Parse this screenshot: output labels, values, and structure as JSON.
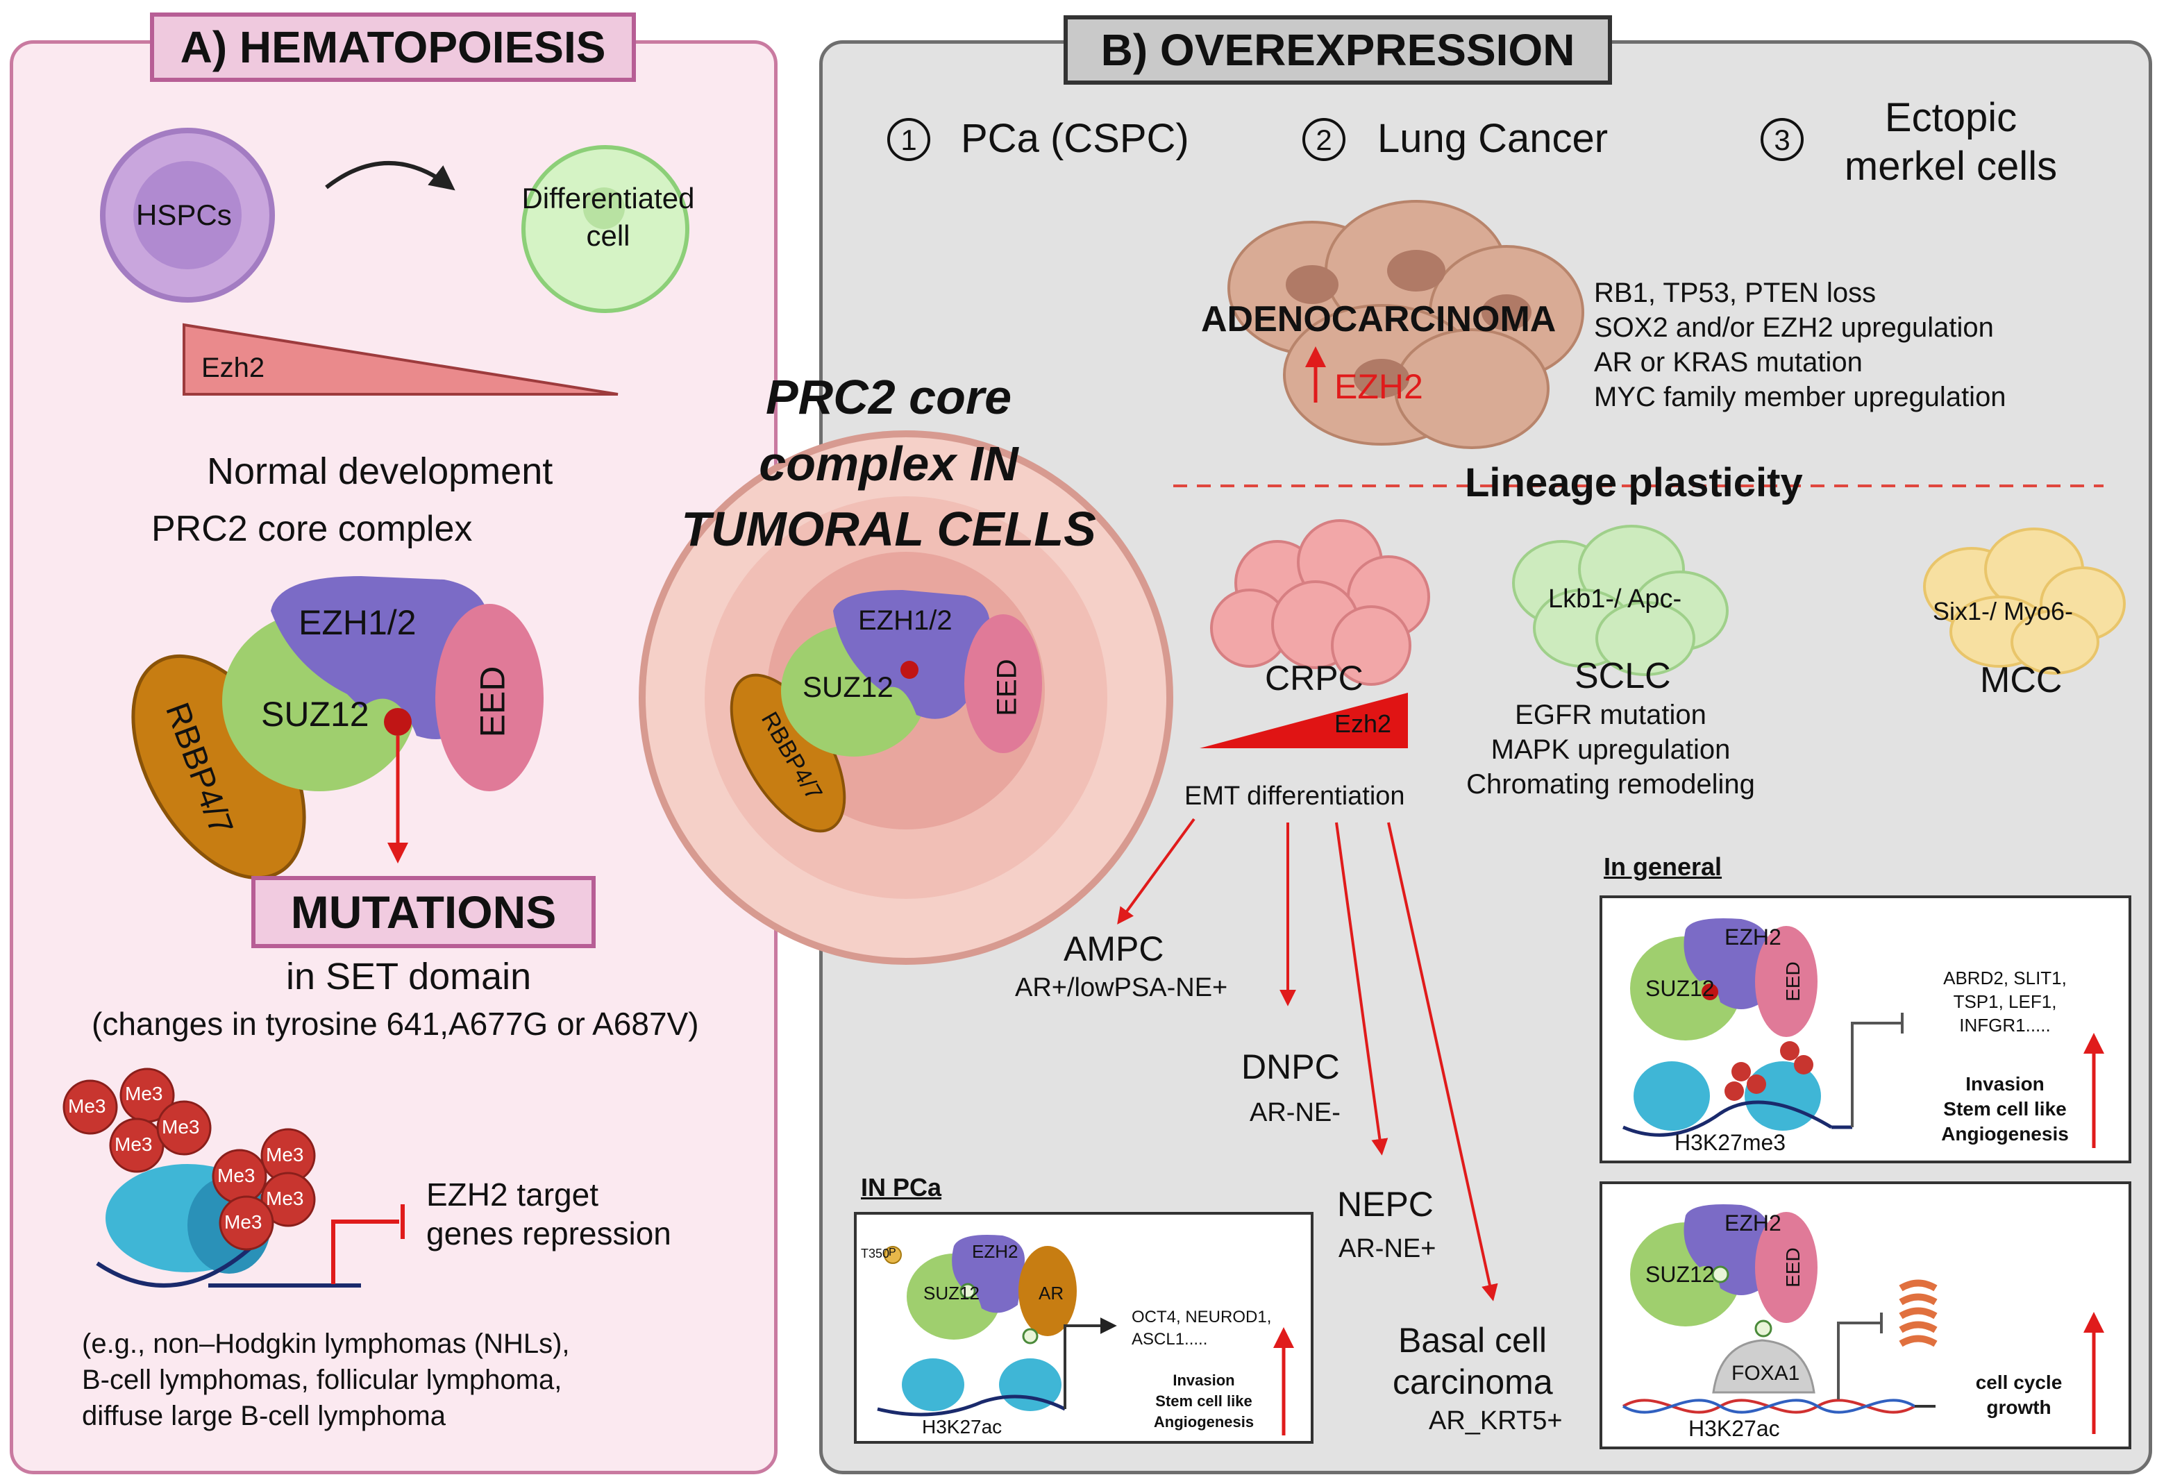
{
  "panel_a": {
    "title": "A) HEMATOPOIESIS",
    "hspcs": "HSPCs",
    "differentiated_line1": "Differentiated",
    "differentiated_line2": "cell",
    "ezh2_gradient": "Ezh2",
    "normal_development": "Normal development",
    "prc2_core": "PRC2 core complex",
    "complex": {
      "ezh": "EZH1/2",
      "suz": "SUZ12",
      "eed": "EED",
      "rbbp": "RBBP4/7"
    },
    "mutations": "MUTATIONS",
    "set_domain": "in SET domain",
    "changes": "(changes in tyrosine 641,A677G or A687V)",
    "me3": "Me3",
    "target_line1": "EZH2 target",
    "target_line2": "genes repression",
    "examples": [
      "(e.g., non–Hodgkin lymphomas (NHLs),",
      "B-cell lymphomas, follicular lymphoma,",
      "diffuse large B-cell lymphoma"
    ]
  },
  "center": {
    "title_lines": [
      "PRC2 core",
      "complex  IN",
      "TUMORAL CELLS"
    ],
    "complex": {
      "ezh": "EZH1/2",
      "suz": "SUZ12",
      "eed": "EED",
      "rbbp": "RBBP4/7"
    }
  },
  "panel_b": {
    "title": "B) OVEREXPRESSION",
    "numbers": [
      "1",
      "2",
      "3"
    ],
    "item1": "PCa (CSPC)",
    "item2": "Lung Cancer",
    "item3_line1": "Ectopic",
    "item3_line2": "merkel cells",
    "adeno": "ADENOCARCINOMA",
    "adeno_ezh2": "EZH2",
    "adeno_list": [
      "RB1, TP53, PTEN loss",
      "SOX2 and/or EZH2 upregulation",
      "AR or KRAS mutation",
      "MYC family member upregulation"
    ],
    "lineage": "Lineage plasticity",
    "crpc": "CRPC",
    "crpc_ezh2": "Ezh2",
    "emt": "EMT differentiation",
    "sclc_genes": "Lkb1-/ Apc-",
    "sclc": "SCLC",
    "sclc_list": [
      "EGFR mutation",
      "MAPK upregulation",
      "Chromating remodeling"
    ],
    "mcc_genes": "Six1-/ Myo6-",
    "mcc": "MCC",
    "ampc": "AMPC",
    "ampc_sub": "AR+/lowPSA-NE+",
    "dnpc": "DNPC",
    "dnpc_sub": "AR-NE-",
    "nepc": "NEPC",
    "nepc_sub": "AR-NE+",
    "basal_line1": "Basal cell",
    "basal_line2": "carcinoma",
    "basal_sub": "AR_KRT5+",
    "in_general": "In general",
    "general_box1": {
      "ezh2": "EZH2",
      "suz": "SUZ12",
      "eed": "EED",
      "genes": [
        "ABRD2, SLIT1,",
        "TSP1, LEF1,",
        "INFGR1....."
      ],
      "effects": [
        "Invasion",
        "Stem cell like",
        "Angiogenesis"
      ],
      "mark": "H3K27me3"
    },
    "general_box2": {
      "ezh2": "EZH2",
      "suz": "SUZ12",
      "eed": "EED",
      "foxa1": "FOXA1",
      "effects": [
        "cell cycle",
        "growth"
      ],
      "mark": "H3K27ac"
    },
    "in_pca": "IN PCa",
    "pca_box": {
      "t350": "T350",
      "p": "P",
      "ezh2": "EZH2",
      "suz": "SUZ12",
      "ar": "AR",
      "genes": [
        "OCT4, NEUROD1,",
        "ASCL1....."
      ],
      "effects": [
        "Invasion",
        "Stem cell like",
        "Angiogenesis"
      ],
      "mark": "H3K27ac"
    }
  },
  "colors": {
    "panel_a_bg": "#fbe9f0",
    "panel_b_bg": "#e2e2e2",
    "arrow_red": "#e01b1b",
    "ezh": "#7b6bc6",
    "suz": "#9fcf6e",
    "eed": "#e07a98",
    "rbbp": "#c77d12"
  }
}
